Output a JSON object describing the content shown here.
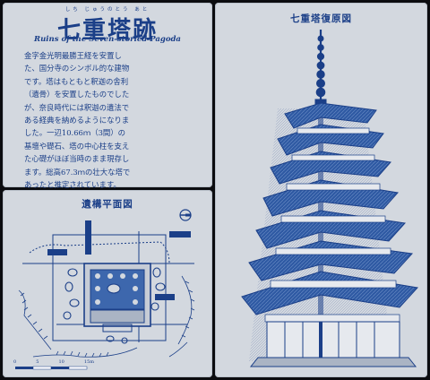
{
  "left_top_panel": {
    "title": "七重塔跡",
    "furigana": "しち じゅうのとう あと",
    "subtitle": "Ruins of the Seven-storied Pagoda",
    "body": "金字金光明最勝王経を安置し\nた、国分寺のシンボル的な建物\nです。塔はもともと釈迦の舎利\n（遺骨）を安置したものでした\nが、奈良時代には釈迦の遺法で\nある経典を納めるようになりま\nした。一辺10.66ｍ（3間）の\n基壇や礎石、塔の中心柱を支え\nた心礎がほぼ当時のまま現存し\nます。総高67.3ｍの壮大な塔で\nあったと推定されています。"
  },
  "left_bottom_panel": {
    "title": "遺構平面図",
    "scale_labels": [
      "0",
      "5",
      "10",
      "15m"
    ]
  },
  "right_panel": {
    "title": "七重塔復原図"
  },
  "colors": {
    "ink": "#1b3f88",
    "panel": "#d3d8df",
    "background": "#0c0d10"
  }
}
